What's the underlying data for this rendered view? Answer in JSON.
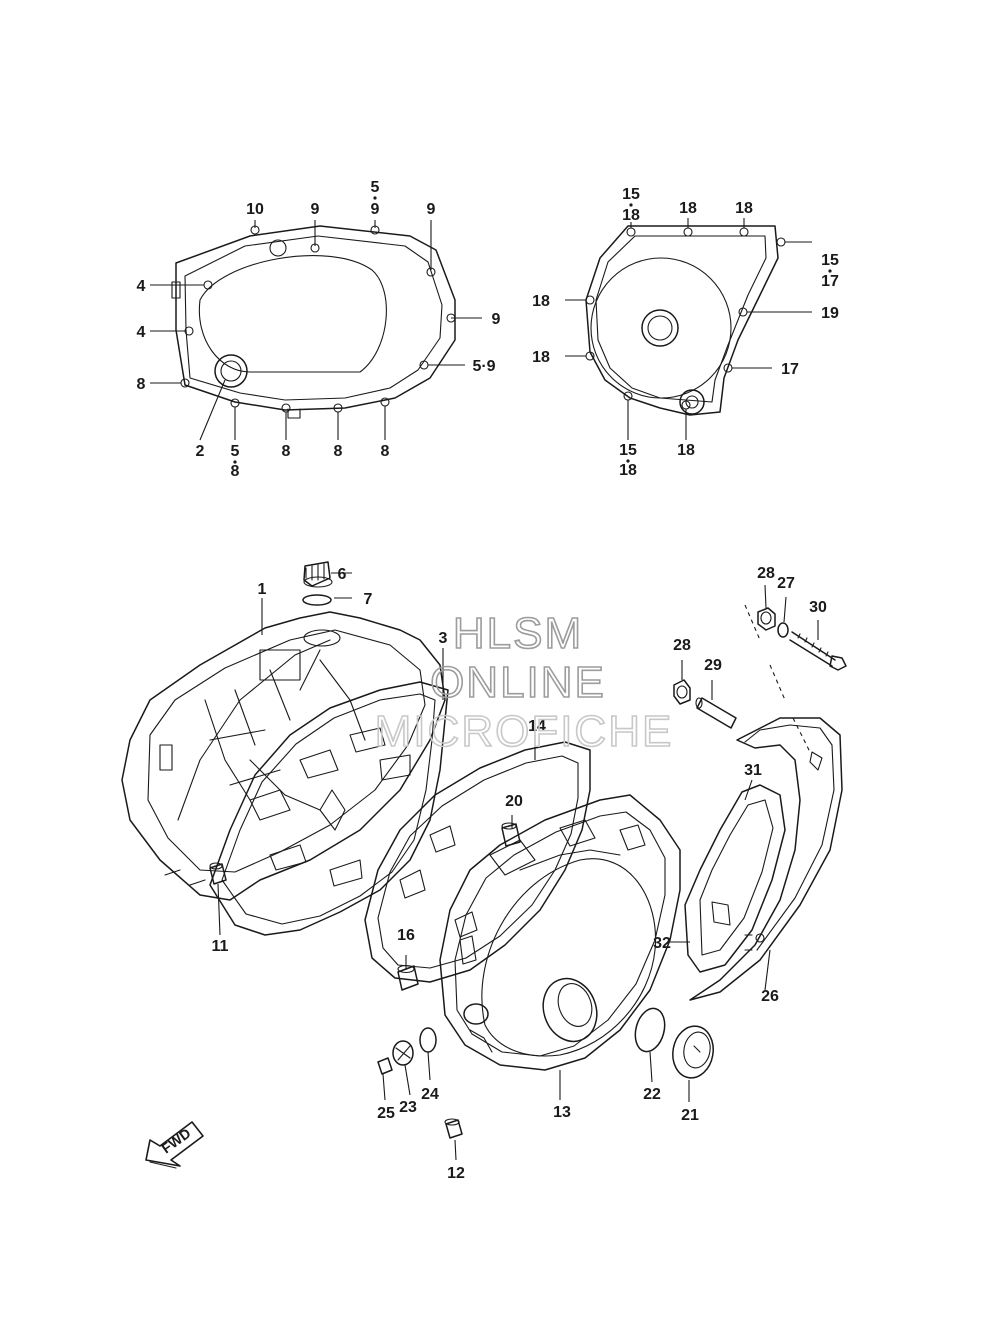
{
  "watermark": {
    "line1": "HLSM",
    "line2": "ONLINE",
    "line3": "MICROFICHE"
  },
  "fwd_label": "FWD",
  "callouts": {
    "lt_10": "10",
    "lt_9a": "9",
    "lt_5top": "5",
    "lt_9top": "9",
    "lt_9b": "9",
    "lt_4a": "4",
    "lt_4b": "4",
    "lt_8a": "8",
    "lt_9right": "9",
    "lt_59": "5·9",
    "lt_2": "2",
    "lt_5bot": "5",
    "lt_8bot": "8",
    "lt_8b": "8",
    "lt_8c": "8",
    "lt_8d": "8",
    "rt_15a": "15",
    "rt_18a": "18",
    "rt_18b": "18",
    "rt_18c": "18",
    "rt_15b": "15",
    "rt_17a": "17",
    "rt_18d": "18",
    "rt_19": "19",
    "rt_18e": "18",
    "rt_17b": "17",
    "rt_15c": "15",
    "rt_18f": "18",
    "rt_18g": "18",
    "p1": "1",
    "p3": "3",
    "p6": "6",
    "p7": "7",
    "p11": "11",
    "p12": "12",
    "p13": "13",
    "p14": "14",
    "p16": "16",
    "p20": "20",
    "p21": "21",
    "p22": "22",
    "p23": "23",
    "p24": "24",
    "p25": "25",
    "p26": "26",
    "p27": "27",
    "p28a": "28",
    "p28b": "28",
    "p29": "29",
    "p30": "30",
    "p31": "31",
    "p32": "32"
  }
}
